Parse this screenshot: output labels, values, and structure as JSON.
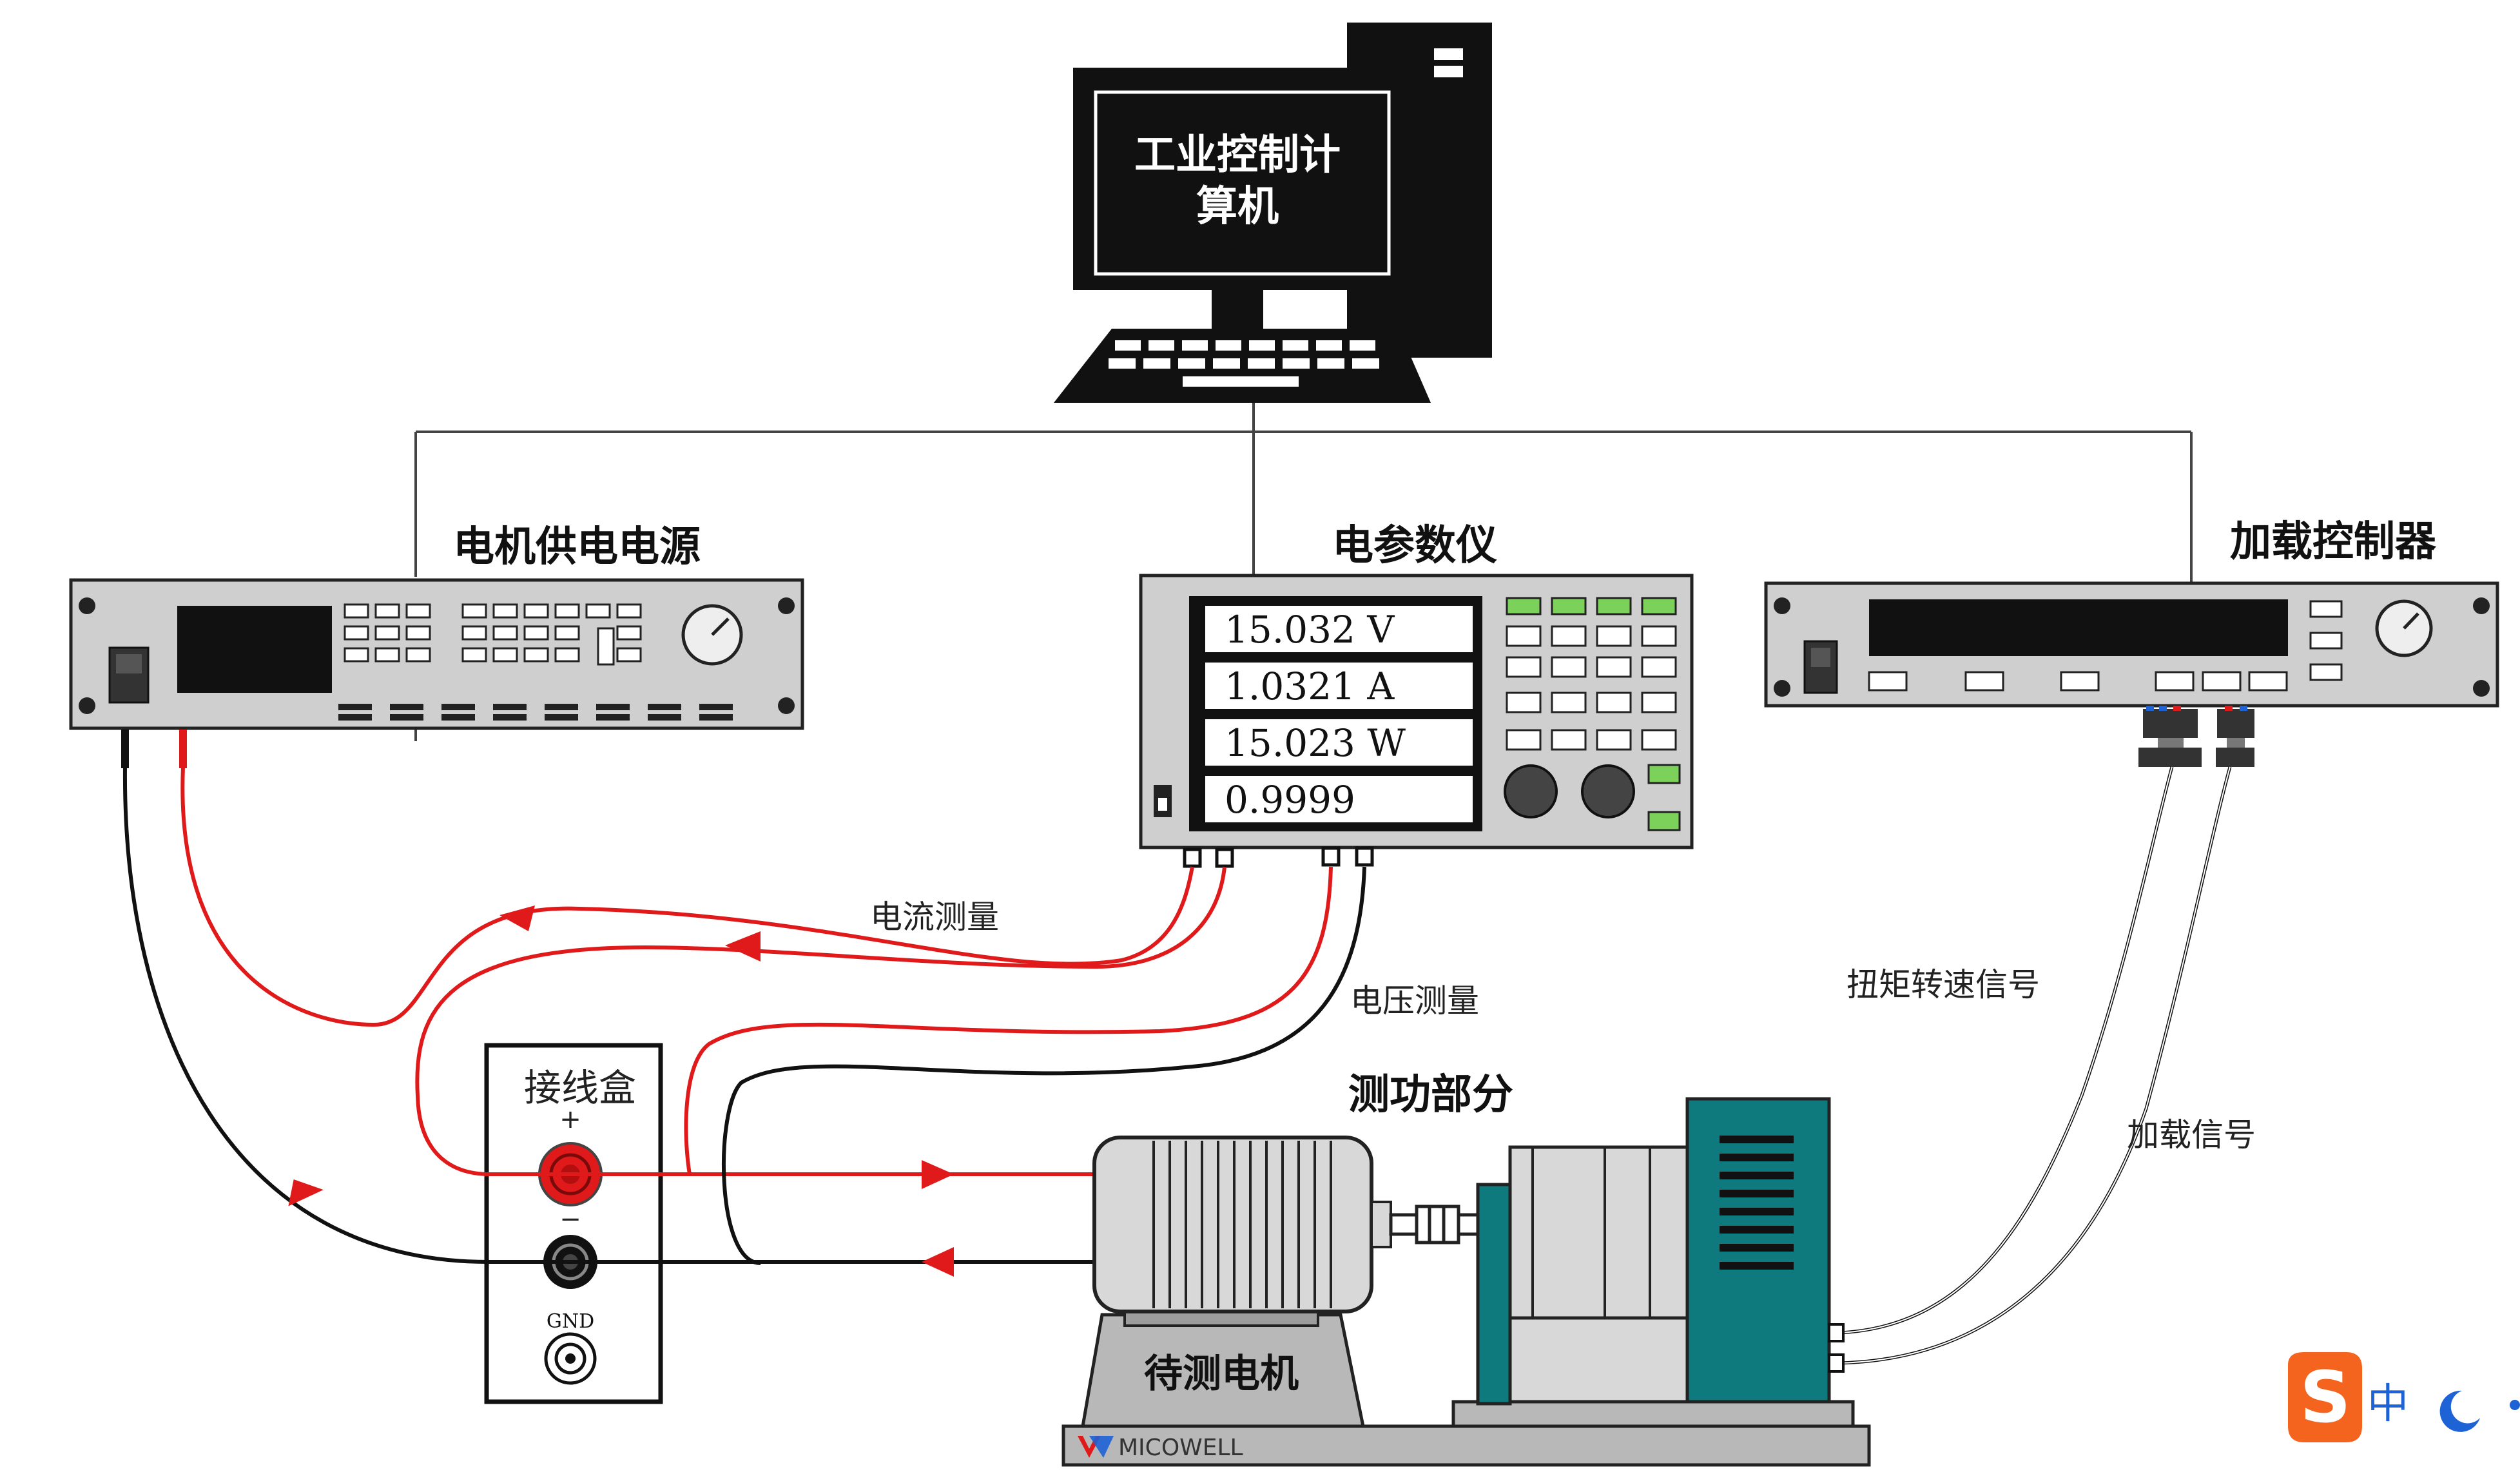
{
  "computer": {
    "label_line1": "工业控制计",
    "label_line2": "算机"
  },
  "power_supply": {
    "label": "电机供电电源"
  },
  "power_analyzer": {
    "label": "电参数仪",
    "readings": [
      "15.032 V",
      "1.0321 A",
      "15.023 W",
      "0.9999"
    ]
  },
  "load_controller": {
    "label": "加载控制器"
  },
  "junction_box": {
    "label": "接线盒",
    "plus": "+",
    "minus": "−",
    "gnd": "GND"
  },
  "dyno": {
    "label": "测功部分"
  },
  "motor": {
    "label": "待测电机"
  },
  "wires": {
    "current_measure": "电流测量",
    "voltage_measure": "电压测量",
    "torque_speed": "扭矩转速信号",
    "load_signal": "加载信号"
  },
  "brand": {
    "text": "MICOWELL"
  },
  "ime": {
    "mode": "中"
  },
  "colors": {
    "wire_red": "#e01a1a",
    "wire_black": "#111111",
    "dyno_teal": "#0f7a7d",
    "device_gray": "#cfcfcf"
  }
}
